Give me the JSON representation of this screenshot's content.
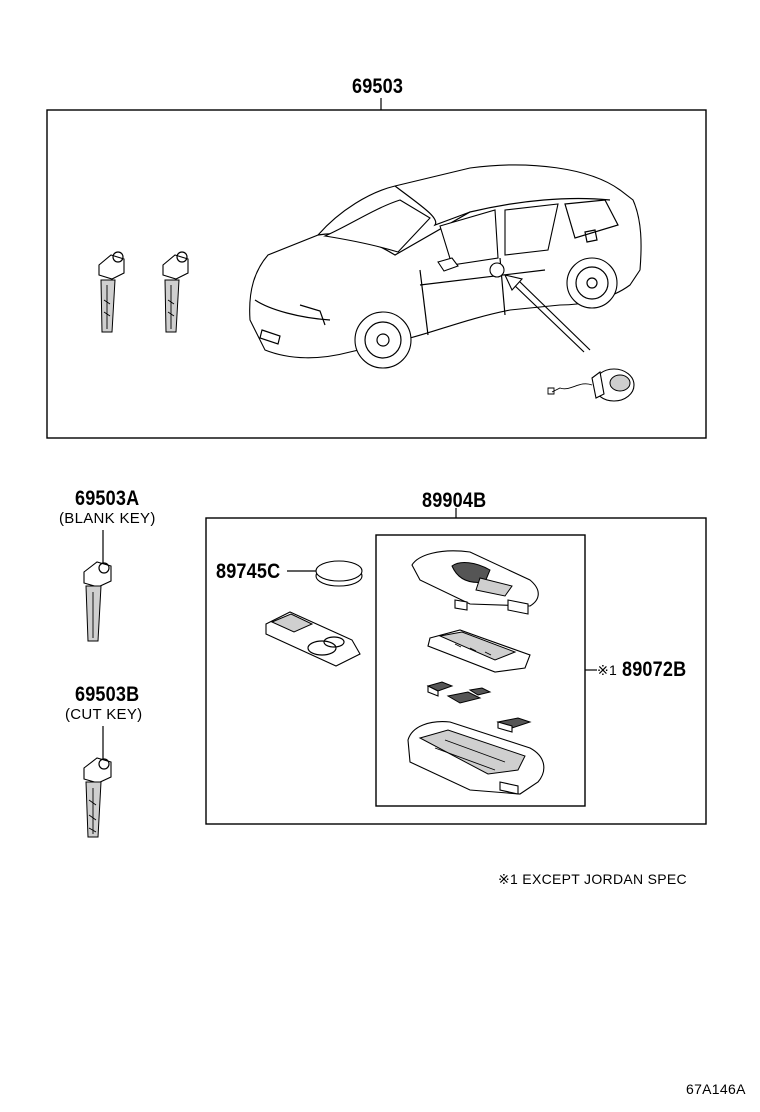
{
  "labels": {
    "top_assembly": "69503",
    "blank_key_part": "69503A",
    "blank_key_caption": "(BLANK KEY)",
    "cut_key_part": "69503B",
    "cut_key_caption": "(CUT KEY)",
    "remote_assembly": "89904B",
    "battery_part": "89745C",
    "transmitter_mark": "※1",
    "transmitter_part": "89072B"
  },
  "footnote": "※1 EXCEPT JORDAN SPEC",
  "figure_code": "67A146A"
}
